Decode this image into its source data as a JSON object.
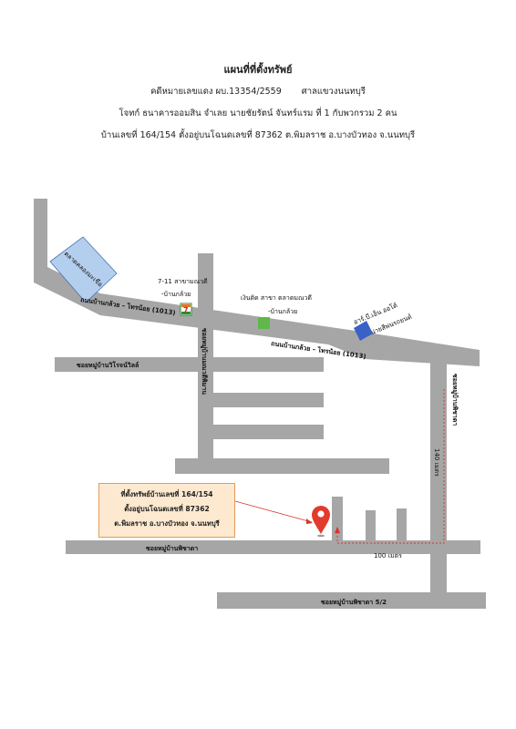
{
  "header": {
    "title": "แผนที่ที่ตั้งทรัพย์",
    "case_number": "คดีหมายเลขแดง  ผบ.13354/2559",
    "court": "ศาลแขวงนนทบุรี",
    "parties": "โจทก์ ธนาคารออมสิน จำเลย นายชัยรัตน์ จันทร์แรม ที่ 1 กับพวกรวม 2 คน",
    "location": "บ้านเลขที่ 164/154 ตั้งอยู่บนโฉนดเลขที่ 87362 ต.พิมลราช อ.บางบัวทอง จ.นนทบุรี"
  },
  "map": {
    "market_label": "ตลาดคลองมะเขือ",
    "seven_eleven": {
      "line1": "7-11 สาขามณวดี",
      "line2": "-บ้านกล้วย",
      "icon": "seven-eleven-logo"
    },
    "ngern_tid": {
      "line1": "เงินติด สาขา ตลาดมณวดี",
      "line2": "-บ้านกล้วย"
    },
    "dealer": {
      "line1": "อาร์.บี.เอ็น ออโต้",
      "line2": "จำหน่ายสีพ่นรถยนต์"
    },
    "road_upper": "ถนนบ้านกล้วย – ไทรน้อย (1013)",
    "road_lower": "ถนนบ้านกล้วย – ไทรน้อย (1013)",
    "soi_left": "ซอยหมู่บ้านวิโรจน์วิลล์",
    "soi_vertical": "ซอยหมู่บ้านมณวดีพิมาน",
    "soi_right_vertical": "ซอยหมู่บ้านพิชาดา",
    "soi_pichada": "ซอยหมู่บ้านพิชาดา",
    "soi_pichada_52": "ซอยหมู่บ้านพิชาดา 5/2",
    "distance_140": "140 เมตร",
    "distance_100": "100 เมตร",
    "property_box": {
      "line1": "ที่ตั้งทรัพย์บ้านเลขที่ 164/154",
      "line2": "ตั้งอยู่บนโฉนดเลขที่ 87362",
      "line3": "ต.พิมลราช อ.บางบัวทอง จ.นนทบุรี"
    },
    "colors": {
      "road": "#a6a6a6",
      "market_fill": "#b4cfee",
      "dealer_fill": "#3a62c6",
      "ngern_tid_fill": "#5fb84a",
      "pin": "#e23a2c",
      "route": "#d8342a",
      "box_fill": "#fde9d0"
    }
  }
}
